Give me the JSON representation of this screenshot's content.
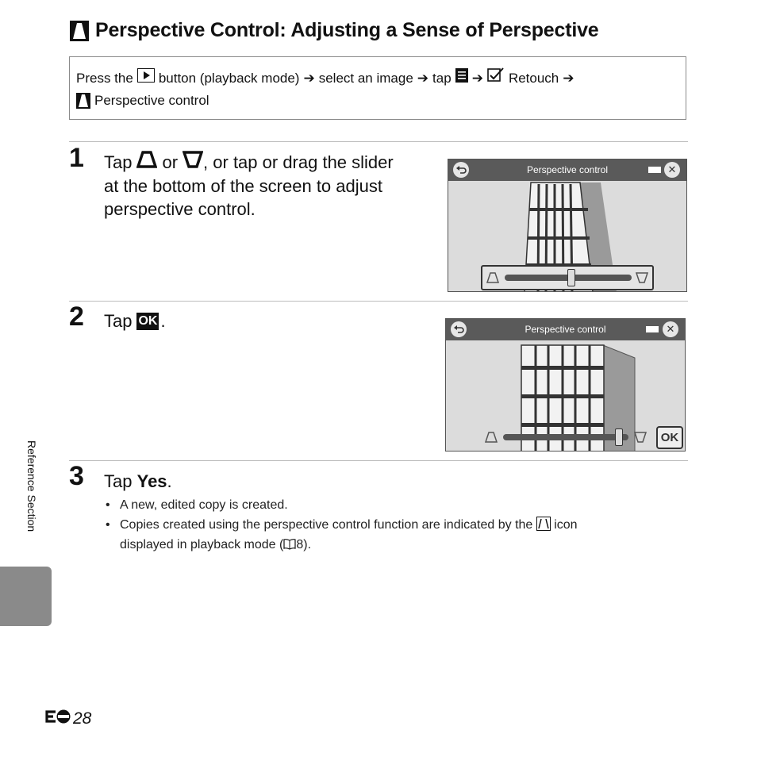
{
  "title": "Perspective Control: Adjusting a Sense of Perspective",
  "nav": {
    "press": "Press the",
    "button_desc": "button (playback mode)",
    "select": "select an image",
    "tap": "tap",
    "retouch": "Retouch",
    "perspective": "Perspective control"
  },
  "steps": [
    {
      "num": "1",
      "tap": "Tap",
      "or": "or",
      "rest": ", or tap or drag the slider",
      "line2": "at the bottom of the screen to adjust",
      "line3": "perspective control."
    },
    {
      "num": "2",
      "tap": "Tap",
      "period": "."
    },
    {
      "num": "3",
      "tap": "Tap",
      "yes": "Yes",
      "period": "."
    }
  ],
  "screen_title": "Perspective control",
  "ok_label": "OK",
  "bullets": {
    "b1": "A new, edited copy is created.",
    "b2a": "Copies created using the perspective control function are indicated by the",
    "b2b": "icon",
    "b2c": "displayed in playback mode (",
    "b2d": "8)."
  },
  "side_label": "Reference Section",
  "page_number": "28",
  "slider": {
    "screen1_position": 0.52,
    "screen2_position": 0.92
  },
  "colors": {
    "title_bar": "#5a5a5a",
    "screen_bg": "#dcdcdc",
    "side_tab": "#8a8a8a"
  }
}
